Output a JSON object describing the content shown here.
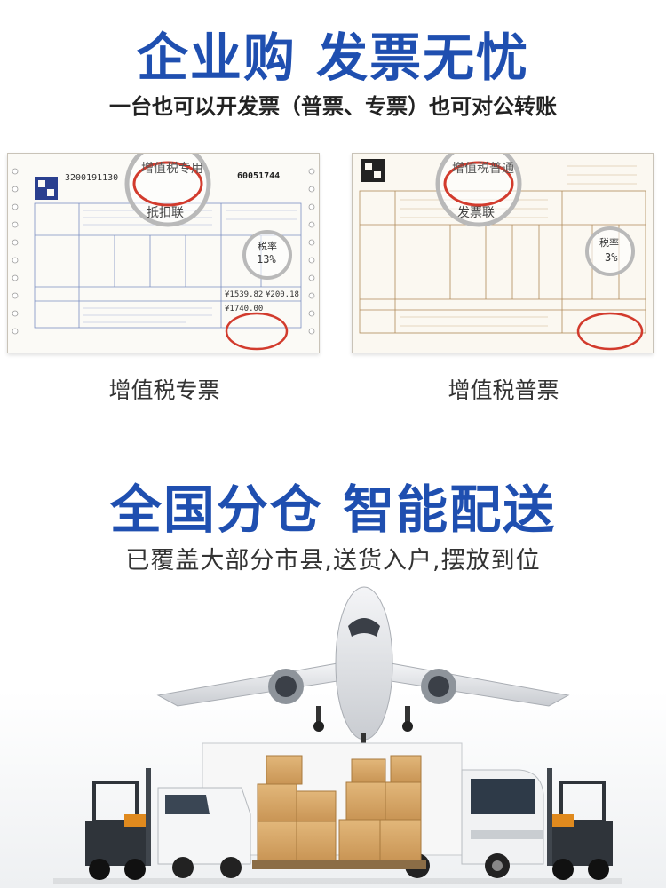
{
  "promo_top": {
    "headline": "企业购 发票无忧",
    "subline": "一台也可以开发票（普票、专票）也可对公转账",
    "invoices": [
      {
        "caption": "增值税专票",
        "invoice_code": "3200191130",
        "invoice_no": "60051744",
        "seal_text": "增值税专用",
        "copy_label": "抵扣联",
        "tax_rate_label": "税率",
        "tax_rate": "13%",
        "amount": "¥1539.82",
        "tax": "¥200.18",
        "total": "¥1740.00"
      },
      {
        "caption": "增值税普票",
        "seal_text": "增值税普通",
        "copy_label": "发票联",
        "tax_rate_label": "税率",
        "tax_rate": "3%"
      }
    ]
  },
  "promo_bottom": {
    "headline": "全国分仓 智能配送",
    "subline": "已覆盖大部分市县,送货入户,摆放到位"
  },
  "colors": {
    "accent_blue": "#1f4fb0",
    "seal_red": "#d23b2d"
  }
}
